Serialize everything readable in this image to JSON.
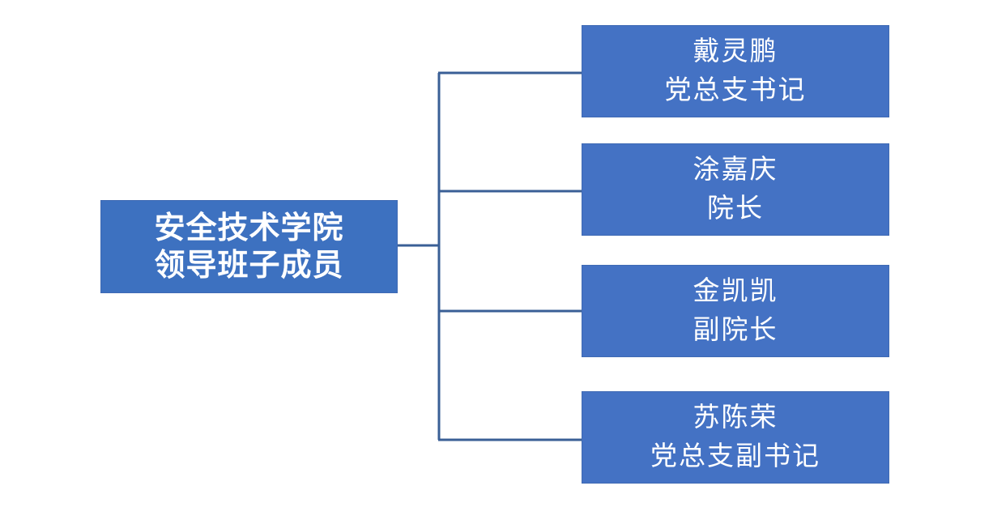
{
  "diagram": {
    "type": "organization-chart",
    "orientation": "horizontal-right",
    "background_color": "#ffffff",
    "node_fill_color": "#4472c4",
    "root_fill_color": "#3d71c0",
    "connector_color": "#3a5f96",
    "text_color": "#ffffff",
    "root": {
      "line1": "安全技术学院",
      "line2": "领导班子成员"
    },
    "children": [
      {
        "name": "戴灵鹏",
        "title": "党总支书记"
      },
      {
        "name": "涂嘉庆",
        "title": "院长"
      },
      {
        "name": "金凯凯",
        "title": "副院长"
      },
      {
        "name": "苏陈荣",
        "title": "党总支副书记"
      }
    ]
  }
}
